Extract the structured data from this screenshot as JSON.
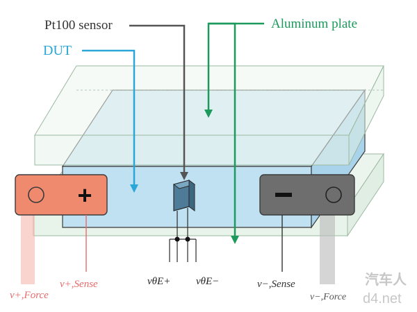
{
  "labels": {
    "pt100": "Pt100 sensor",
    "dut": "DUT",
    "aluminum": "Aluminum plate",
    "plus_sign": "+",
    "minus_sign": "−",
    "v_plus_force": "v+,Force",
    "v_plus_sense": "v+,Sense",
    "v_theta_plus": "vθE+",
    "v_theta_minus": "vθE−",
    "v_minus_sense": "v−,Sense",
    "v_minus_force": "v−,Force"
  },
  "watermark": {
    "brand_cn": "汽车人",
    "site": "d4.net"
  },
  "colors": {
    "dut_blue": "#2aa6d8",
    "aluminum_green": "#1b9a5c",
    "sensor_gray": "#555555",
    "plus_terminal": "#f08a6e",
    "minus_terminal": "#6e6e6e",
    "force_red": "#e86a6a",
    "cell_fill": "#bfe1f2"
  },
  "icons": {
    "plus_terminal_ring": "circle-icon",
    "minus_terminal_ring": "circle-icon"
  }
}
